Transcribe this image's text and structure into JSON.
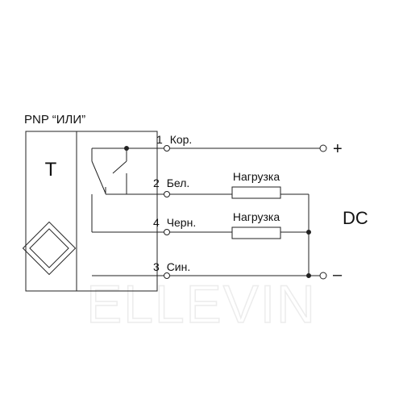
{
  "title": "PNP “ИЛИ”",
  "sensor_label": "T",
  "wires": [
    {
      "num": "1",
      "name": "Кор."
    },
    {
      "num": "2",
      "name": "Бел."
    },
    {
      "num": "4",
      "name": "Черн."
    },
    {
      "num": "3",
      "name": "Син."
    }
  ],
  "loads": [
    {
      "label": "Нагрузка"
    },
    {
      "label": "Нагрузка"
    }
  ],
  "supply": {
    "type": "DC",
    "plus": "+",
    "minus": "–"
  },
  "watermark": "ELLEVIN"
}
